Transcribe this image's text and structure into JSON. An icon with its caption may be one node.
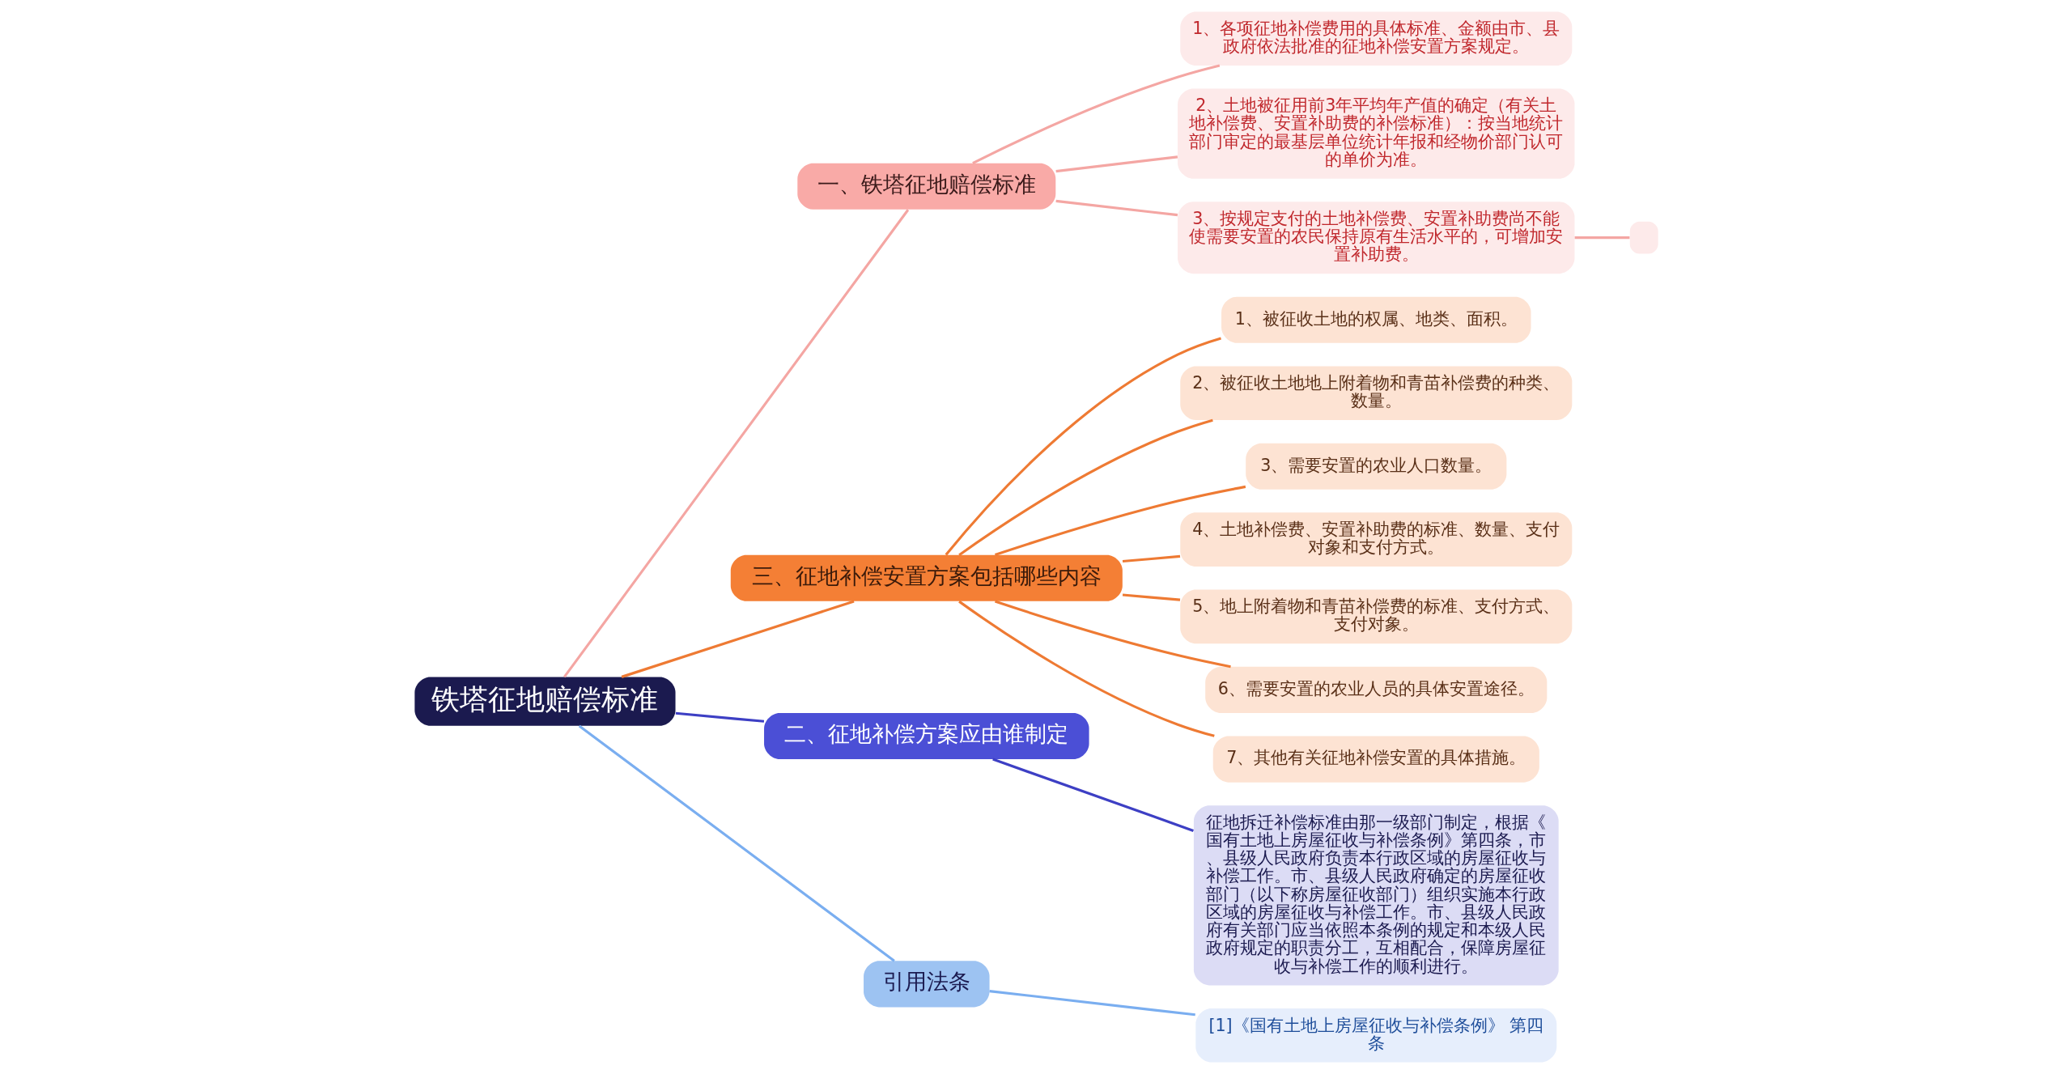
{
  "diagram": {
    "nodes": [
      {
        "text": [
          "铁塔征地赔偿标准"
        ]
      },
      {
        "text": [
          "一、铁塔征地赔偿标准"
        ]
      },
      {
        "text": [
          "1、各项征地补偿费用的具体标准、金额由市、县政府依法批准的征地补偿安置方案规定。"
        ]
      },
      {
        "text": [
          "2、土地被征用前3年平均年产值的确定（有关土地补偿费、安置补助费的补偿标准）：按当地统计部门审定的最基层单位统计年报和经物价部门认可的单价为准。"
        ]
      },
      {
        "text": [
          "3、按规定支付的土地补偿费、安置补助费尚不能使需要安置的农民保持原有生活水平的，可增加安置补助费。"
        ]
      },
      {
        "text": [],
        "shape": "box"
      },
      {
        "text": [
          "三、征地补偿安置方案包括哪些内容"
        ]
      },
      {
        "text": [
          "1、被征收土地的权属、地类、面积。"
        ]
      },
      {
        "text": [
          "2、被征收土地地上附着物和青苗补偿费的种类、数量。"
        ]
      },
      {
        "text": [
          "3、需要安置的农业人口数量。"
        ]
      },
      {
        "text": [
          "4、土地补偿费、安置补助费的标准、数量、支付对象和支付方式。"
        ]
      },
      {
        "text": [
          "5、地上附着物和青苗补偿费的标准、支付方式、支付对象。"
        ]
      },
      {
        "text": [
          "6、需要安置的农业人员的具体安置途径。"
        ]
      },
      {
        "text": [
          "7、其他有关征地补偿安置的具体措施。"
        ]
      },
      {
        "text": [
          "二、征地补偿方案应由谁制定"
        ]
      },
      {
        "text": [
          "征地拆迁补偿标准由那一级部门制定，根据《国有土地上房屋征收与补偿条例》第四条，市、县级人民政府负责本行政区域的房屋征收与补偿工作。市、县级人民政府确定的房屋征收部门（以下称房屋征收部门）组织实施本行政区域的房屋征收与补偿工作。市、县级人民政府有关部门应当依照本条例的规定和本级人民政府规定的职责分工，互相配合，保障房屋征收与补偿工作的顺利进行。"
        ]
      },
      {
        "text": [
          "引用法条"
        ]
      },
      {
        "text": [
          "[1]《国有土地上房屋征收与补偿条例》 第四条"
        ]
      }
    ],
    "edges": [
      {
        "from": 0,
        "to": 1,
        "arrow": "none",
        "color": "#f4a6a3"
      },
      {
        "from": 1,
        "to": 2,
        "arrow": "none",
        "color": "#f4a6a3"
      },
      {
        "from": 1,
        "to": 3,
        "arrow": "none",
        "color": "#f4a6a3"
      },
      {
        "from": 1,
        "to": 4,
        "arrow": "none",
        "color": "#f4a6a3"
      },
      {
        "from": 4,
        "to": 5,
        "arrow": "none",
        "color": "#f4a6a3"
      },
      {
        "from": 0,
        "to": 6,
        "arrow": "none"
      },
      {
        "from": 6,
        "to": 7,
        "arrow": "none"
      },
      {
        "from": 6,
        "to": 8,
        "arrow": "none"
      },
      {
        "from": 6,
        "to": 9,
        "arrow": "none"
      },
      {
        "from": 6,
        "to": 10,
        "arrow": "none"
      },
      {
        "from": 6,
        "to": 11,
        "arrow": "none"
      },
      {
        "from": 6,
        "to": 12,
        "arrow": "none"
      },
      {
        "from": 6,
        "to": 13,
        "arrow": "none"
      },
      {
        "from": 0,
        "to": 14,
        "arrow": "none",
        "color": "#3d3fc4"
      },
      {
        "from": 14,
        "to": 15,
        "arrow": "none",
        "color": "#3d3fc4"
      },
      {
        "from": 0,
        "to": 16,
        "arrow": "none",
        "color": "#7aaef0"
      },
      {
        "from": 16,
        "to": 17,
        "arrow": "none",
        "color": "#7aaef0"
      }
    ]
  }
}
